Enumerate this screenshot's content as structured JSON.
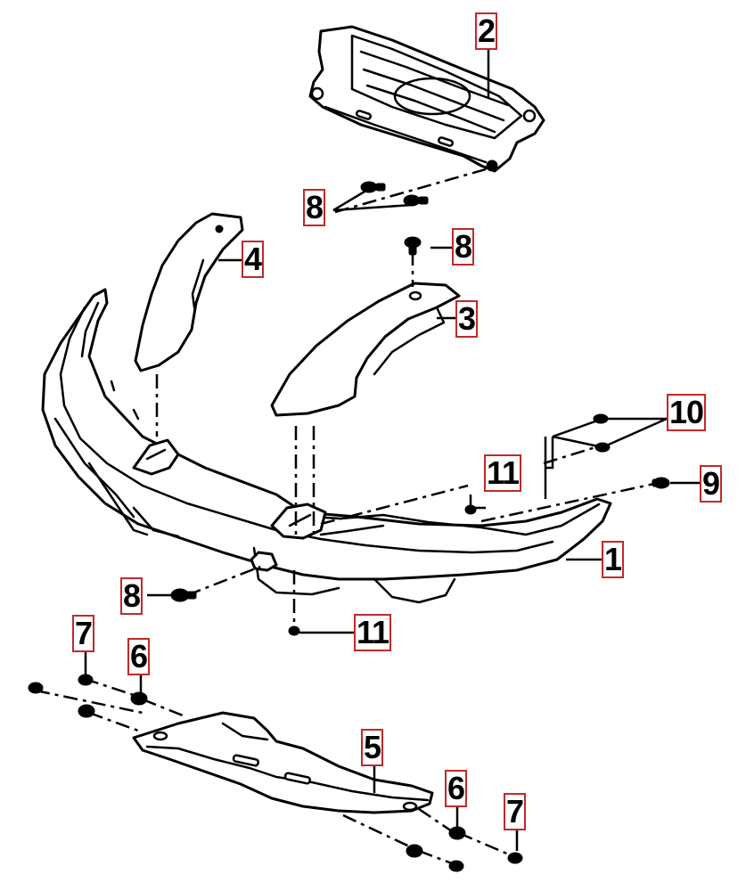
{
  "diagram": {
    "callouts": [
      {
        "id": "c2",
        "label": "2"
      },
      {
        "id": "c8a",
        "label": "8"
      },
      {
        "id": "c4",
        "label": "4"
      },
      {
        "id": "c8b",
        "label": "8"
      },
      {
        "id": "c3",
        "label": "3"
      },
      {
        "id": "c10",
        "label": "10"
      },
      {
        "id": "c11a",
        "label": "11"
      },
      {
        "id": "c9",
        "label": "9"
      },
      {
        "id": "c1",
        "label": "1"
      },
      {
        "id": "c8c",
        "label": "8"
      },
      {
        "id": "c11b",
        "label": "11"
      },
      {
        "id": "c7a",
        "label": "7"
      },
      {
        "id": "c6a",
        "label": "6"
      },
      {
        "id": "c5",
        "label": "5"
      },
      {
        "id": "c6b",
        "label": "6"
      },
      {
        "id": "c7b",
        "label": "7"
      }
    ],
    "colors": {
      "line": "#000000",
      "callout_border": "#c0292b",
      "background": "#ffffff"
    }
  }
}
